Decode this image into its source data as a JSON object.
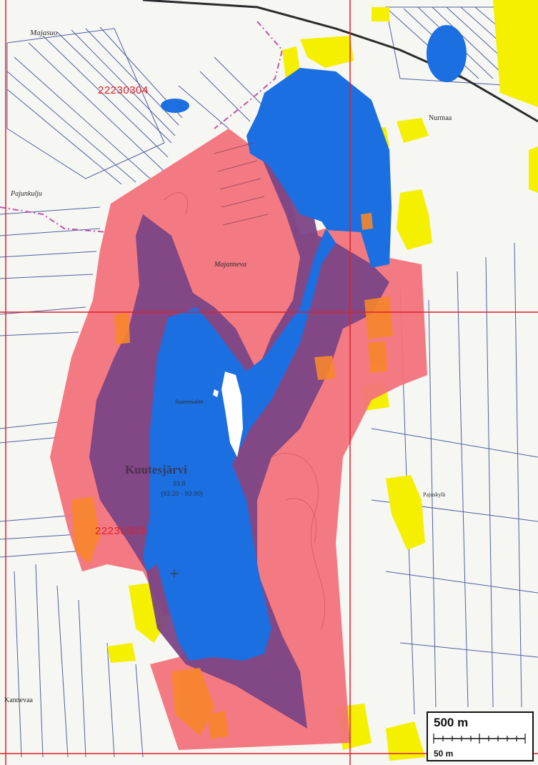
{
  "colors": {
    "background": "#f6f6f2",
    "protection_zone_outer": "#f2737b",
    "protection_zone_inner": "#7b4585",
    "water": "#1c6fe0",
    "settlement": "#f5ef00",
    "building_orange": "#f7862b",
    "grid_line": "#e2202a",
    "drainage_ditch": "#1a2f8a",
    "border_magenta": "#c455a8"
  },
  "labels": {
    "sheet_ne": "22230304",
    "sheet_sw": "22230303"
  },
  "places": {
    "majasuo": "Majasuo",
    "pajunkulju": "Pajunkulju",
    "tuomaa": "Nurmaa",
    "majanneva": "Majanneva",
    "lake_name": "Kuutesjärvi",
    "lake_elev": "93.8",
    "lake_range": "(93.20 - 93.90)",
    "sw_moor": "Kannevaa",
    "island": "Saarensalmi",
    "pajunkyla": "Pajuskylä"
  },
  "legend": {
    "scale_top": "500 m",
    "scale_bottom": "50 m",
    "icons": [
      "scale-ruler-icon"
    ]
  }
}
